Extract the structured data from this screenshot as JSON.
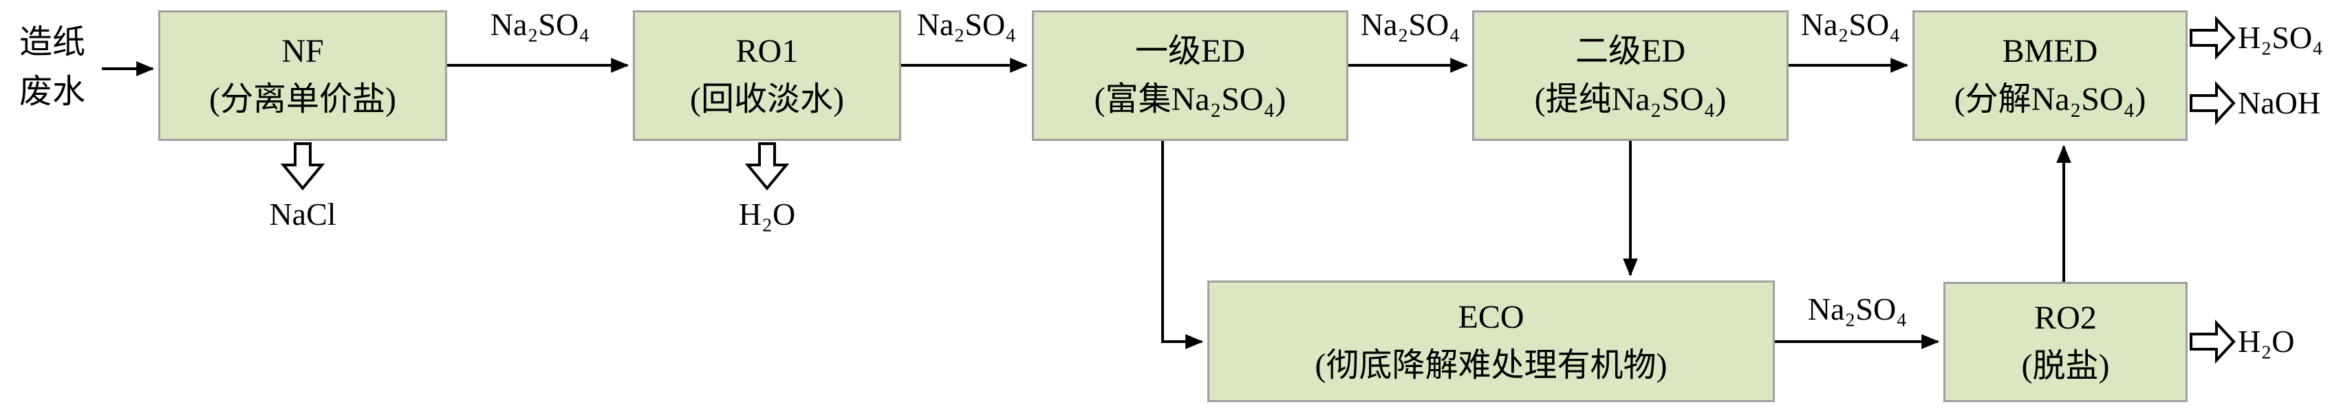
{
  "source": {
    "line1": "造纸",
    "line2": "废水"
  },
  "boxes": {
    "nf": {
      "title": "NF",
      "subtitle": "(分离单价盐)"
    },
    "ro1": {
      "title": "RO1",
      "subtitle": "(回收淡水)"
    },
    "ed1": {
      "title": "一级ED",
      "subtitle": "(富集Na₂SO₄)"
    },
    "ed2": {
      "title": "二级ED",
      "subtitle": "(提纯Na₂SO₄)"
    },
    "bmed": {
      "title": "BMED",
      "subtitle": "(分解Na₂SO₄)"
    },
    "eco": {
      "title": "ECO",
      "subtitle": "(彻底降解难处理有机物)"
    },
    "ro2": {
      "title": "RO2",
      "subtitle": "(脱盐)"
    }
  },
  "flow_labels": {
    "nf_to_ro1": "Na₂SO₄",
    "ro1_to_ed1": "Na₂SO₄",
    "ed1_to_ed2": "Na₂SO₄",
    "ed2_to_bmed": "Na₂SO₄",
    "eco_to_ro2": "Na₂SO₄"
  },
  "outputs": {
    "nacl": "NaCl",
    "h2o_ro1": "H₂O",
    "h2so4": "H₂SO₄",
    "naoh": "NaOH",
    "h2o_ro2": "H₂O"
  },
  "colors": {
    "box_fill": "#dae7c2",
    "box_border": "#a0a0a0",
    "line": "#000000",
    "text": "#000000"
  }
}
